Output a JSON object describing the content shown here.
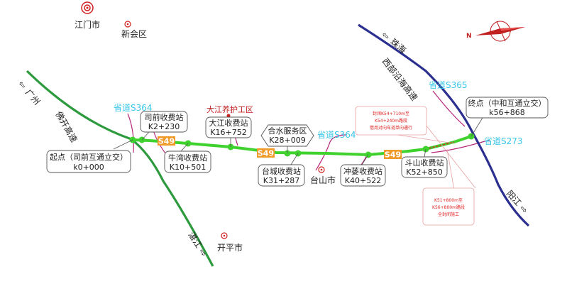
{
  "cities": {
    "jiangmen": "江门市",
    "xinhui": "新会区",
    "taishan": "台山市",
    "kaiping": "开平市"
  },
  "highways": {
    "s49_a": "S49",
    "s49_b": "S49",
    "s49_c": "S49",
    "foshan_kaiping": "佛开高速",
    "western_coastal": "西部沿海高速"
  },
  "directions": {
    "guangzhou": "广州",
    "zhuhai": "珠海",
    "zhanjiang": "湛江",
    "yangjiang": "阳江"
  },
  "provincial_roads": {
    "s364_a": "省道S364",
    "s364_b": "省道S364",
    "s365": "省道S365",
    "s273": "省道S273"
  },
  "maintenance_area": "大江养护工区",
  "stations": {
    "start": {
      "name": "起点（司前互通立交）",
      "km": "k0+000"
    },
    "siqian": {
      "name": "司前收费站",
      "km": "K2+230"
    },
    "niuwan": {
      "name": "牛湾收费站",
      "km": "K10+501"
    },
    "dajiang": {
      "name": "大江收费站",
      "km": "K16+752"
    },
    "heshui": {
      "name": "合水服务区",
      "km": "K28+009"
    },
    "taicheng": {
      "name": "台城收费站",
      "km": "K31+287"
    },
    "chonglou": {
      "name": "冲蒌收费站",
      "km": "K40+522"
    },
    "doushan": {
      "name": "斗山收费站",
      "km": "K52+850"
    },
    "end": {
      "name": "终点（中和互通立交）",
      "km": "k56+868"
    }
  },
  "closures": {
    "upper": [
      "封闭K54+710m至",
      "K54+240m路段",
      "借用对向车道单向通行"
    ],
    "lower": [
      "K51+800m至",
      "K56+800m路段",
      "全封闭施工"
    ]
  },
  "compass": {
    "letter": "N"
  },
  "colors": {
    "main_road": "#3fd22e",
    "expressway": "#2e9a3e",
    "coastal": "#2b2f8f",
    "provincial": "#b7287c",
    "hw_shield": "#f09a2a",
    "closure": "#e02020",
    "province_label": "#38c6e8"
  }
}
